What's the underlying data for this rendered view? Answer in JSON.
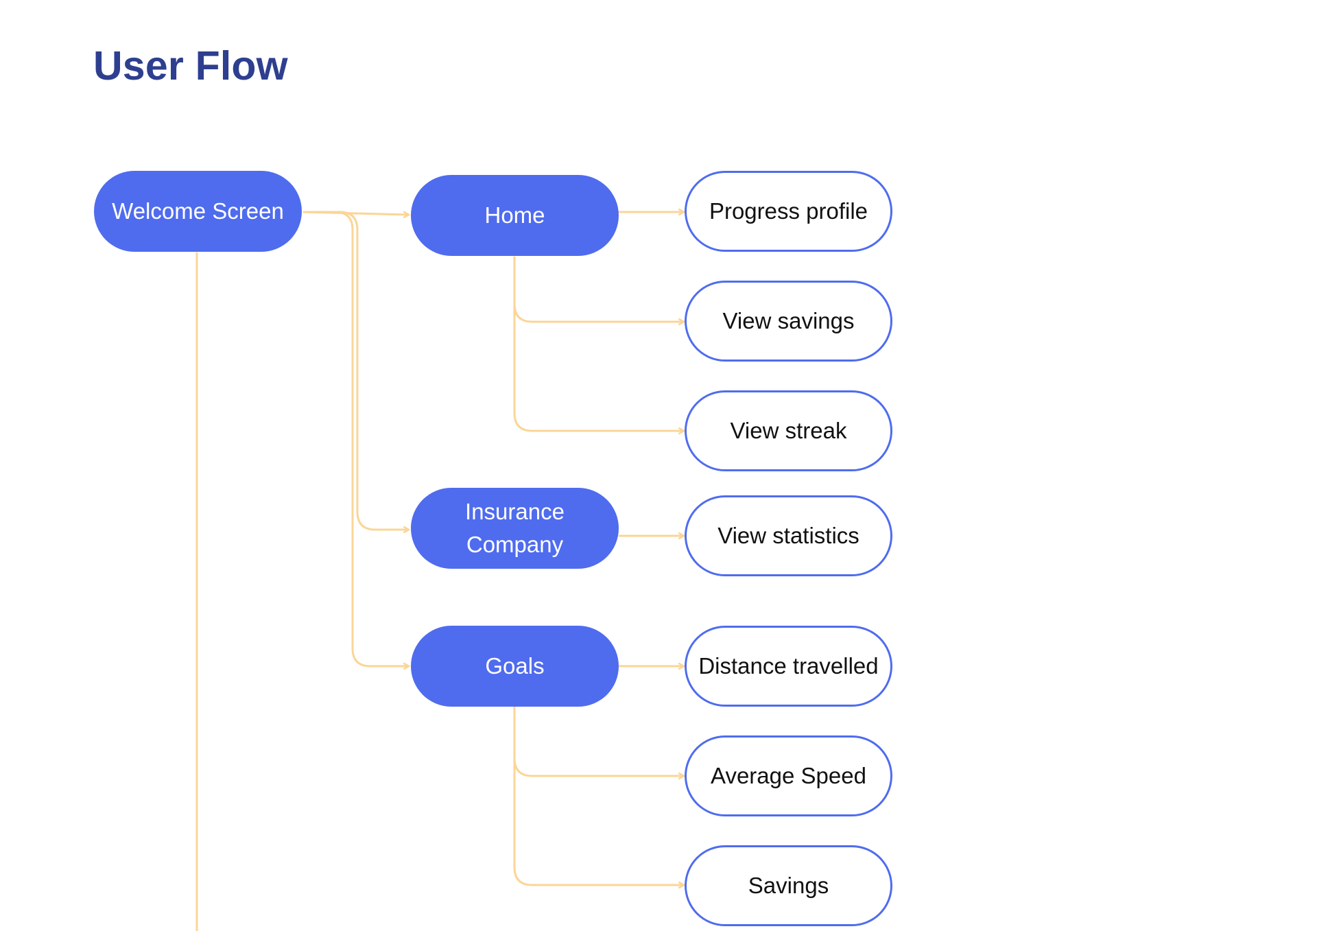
{
  "title": "User Flow",
  "colors": {
    "title": "#2e3f8f",
    "primary_node": "#4f6cee",
    "secondary_border": "#4f6cee",
    "connector": "#fbd597"
  },
  "nodes": {
    "welcome": "Welcome Screen",
    "home": "Home",
    "insurance": "Insurance Company",
    "goals": "Goals",
    "progress_profile": "Progress profile",
    "view_savings": "View savings",
    "view_streak": "View streak",
    "view_statistics": "View statistics",
    "distance_travelled": "Distance travelled",
    "average_speed": "Average Speed",
    "savings": "Savings"
  },
  "edges": [
    {
      "from": "Welcome Screen",
      "to": "Home"
    },
    {
      "from": "Welcome Screen",
      "to": "Insurance Company"
    },
    {
      "from": "Welcome Screen",
      "to": "Goals"
    },
    {
      "from": "Home",
      "to": "Progress profile"
    },
    {
      "from": "Home",
      "to": "View savings"
    },
    {
      "from": "Home",
      "to": "View streak"
    },
    {
      "from": "Insurance Company",
      "to": "View statistics"
    },
    {
      "from": "Goals",
      "to": "Distance travelled"
    },
    {
      "from": "Goals",
      "to": "Average Speed"
    },
    {
      "from": "Goals",
      "to": "Savings"
    }
  ]
}
